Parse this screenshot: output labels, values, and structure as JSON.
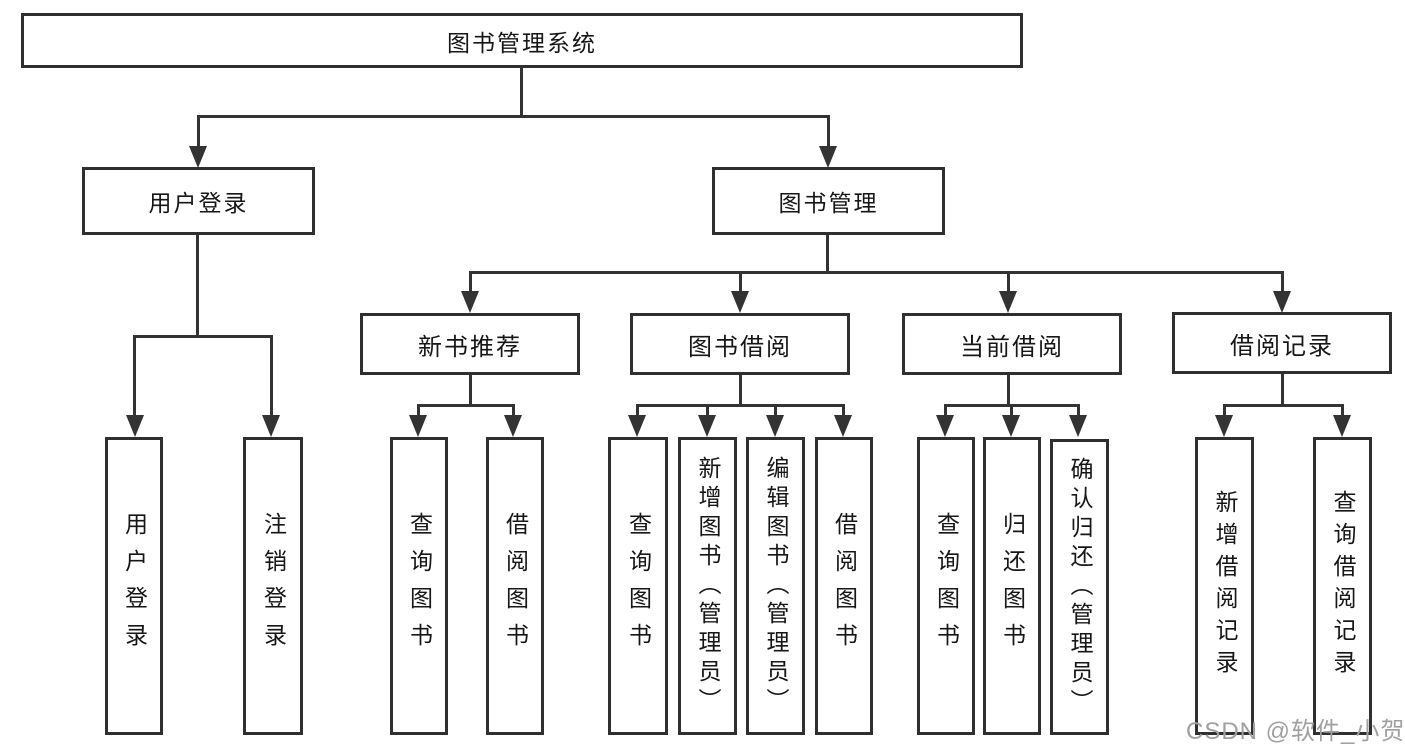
{
  "nodes": {
    "root": "图书管理系统",
    "l2": [
      "用户登录",
      "图书管理"
    ],
    "l3": [
      "新书推荐",
      "图书借阅",
      "当前借阅",
      "借阅记录"
    ],
    "leaves_login": [
      "用户登录",
      "注销登录"
    ],
    "leaves_newbook": [
      "查询图书",
      "借阅图书"
    ],
    "leaves_borrow": [
      "查询图书",
      "新增图书（管理员）",
      "编辑图书（管理员）",
      "借阅图书"
    ],
    "leaves_current": [
      "查询图书",
      "归还图书",
      "确认归还（管理员）"
    ],
    "leaves_records": [
      "新增借阅记录",
      "查询借阅记录"
    ]
  },
  "watermark": "CSDN @软件_小贺同学",
  "colors": {
    "line": "#333333",
    "border": "#2f2f2f",
    "text": "#161616",
    "background": "#ffffff",
    "watermark": "#a0a0a0"
  }
}
